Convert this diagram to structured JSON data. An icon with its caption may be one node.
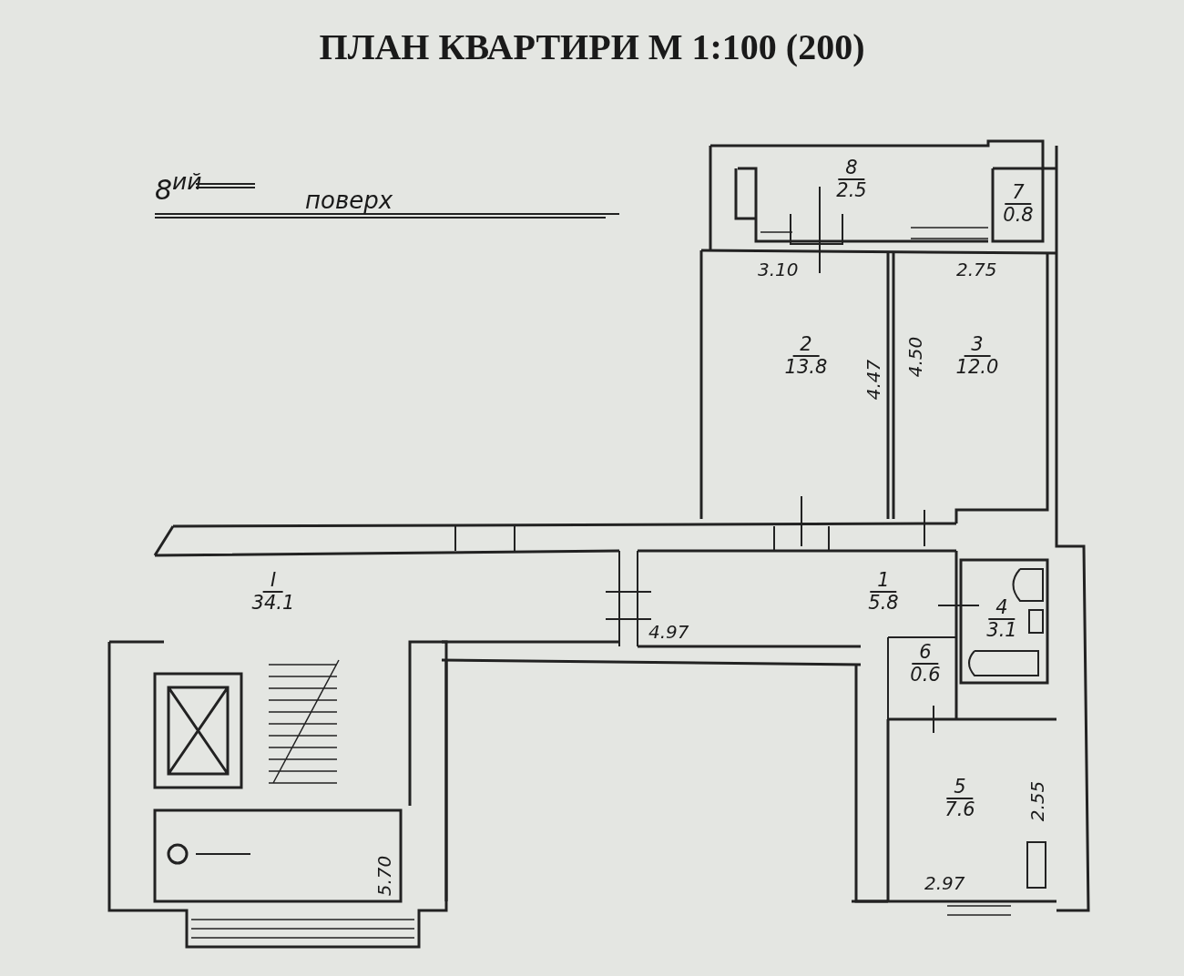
{
  "diagram": {
    "title": "ПЛАН КВАРТИРИ М 1:100 (200)",
    "nodes": [
      {
        "text": [
          "8",
          "2.5"
        ]
      },
      {
        "text": [
          "7",
          "0.8"
        ]
      },
      {
        "text": [
          "2",
          "13.8"
        ]
      },
      {
        "text": [
          "3",
          "12.0"
        ]
      },
      {
        "text": [
          "1",
          "5.8"
        ]
      },
      {
        "text": [
          "4",
          "3.1"
        ]
      },
      {
        "text": [
          "6",
          "0.6"
        ]
      },
      {
        "text": [
          "5",
          "7.6"
        ]
      },
      {
        "text": [
          "I",
          "34.1"
        ]
      }
    ],
    "edges": [],
    "labels": [
      "8$^{ий}$",
      "поверх",
      "3.10",
      "2.75",
      "4.47",
      "4.50",
      "4.97",
      "5.70",
      "2.55",
      "2.97"
    ]
  }
}
